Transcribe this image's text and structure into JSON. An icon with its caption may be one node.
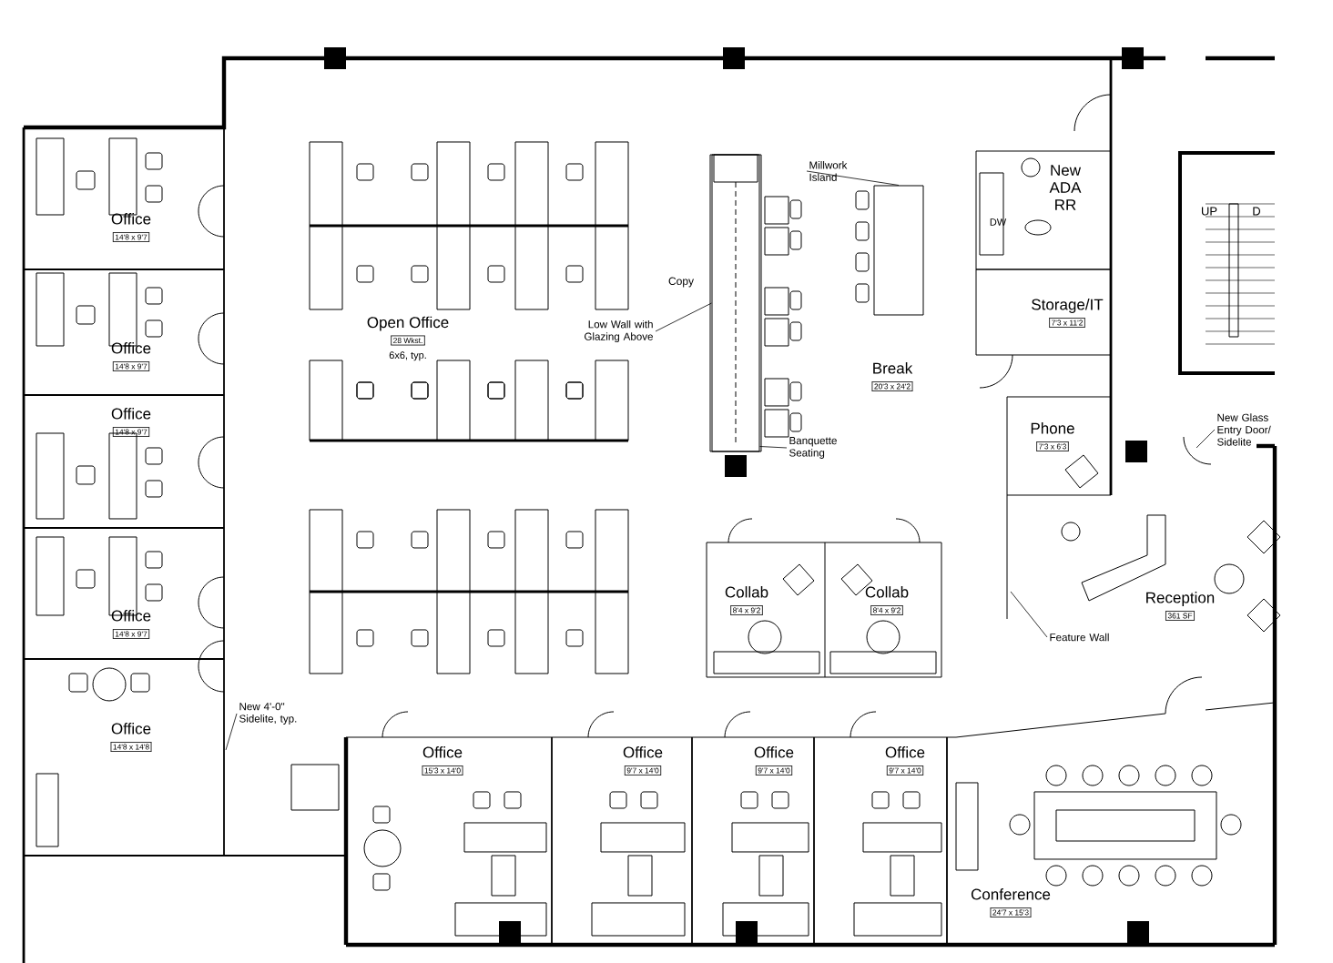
{
  "diagram": {
    "nodes": [
      {
        "text": [
          "Office",
          "14'8 x 9'7"
        ]
      },
      {
        "text": [
          "Office",
          "14'8 x 9'7"
        ]
      },
      {
        "text": [
          "Office",
          "14'8 x 9'7"
        ]
      },
      {
        "text": [
          "Office",
          "14'8 x 9'7"
        ]
      },
      {
        "text": [
          "Office",
          "14'8 x 14'8"
        ]
      },
      {
        "text": [
          "Open Office",
          "28 Wkst.",
          "6x6, typ."
        ]
      },
      {
        "text": [
          "Break",
          "20'3 x 24'2"
        ]
      },
      {
        "text": [
          "New ADA RR"
        ]
      },
      {
        "text": [
          "Storage/IT",
          "7'3 x 11'2"
        ]
      },
      {
        "text": [
          "Phone",
          "7'3 x 6'3"
        ]
      },
      {
        "text": [
          "Collab",
          "8'4 x 9'2"
        ]
      },
      {
        "text": [
          "Collab",
          "8'4 x 9'2"
        ]
      },
      {
        "text": [
          "Reception",
          "361 SF"
        ]
      },
      {
        "text": [
          "Office",
          "15'3 x 14'0"
        ]
      },
      {
        "text": [
          "Office",
          "9'7 x 14'0"
        ]
      },
      {
        "text": [
          "Office",
          "9'7 x 14'0"
        ]
      },
      {
        "text": [
          "Office",
          "9'7 x 14'0"
        ]
      },
      {
        "text": [
          "Conference",
          "24'7 x 15'3"
        ]
      },
      {
        "text": [
          "Low Wall with Glazing Above"
        ]
      },
      {
        "text": [
          "Millwork Island"
        ]
      },
      {
        "text": [
          "Banquette Seating"
        ]
      },
      {
        "text": [
          "Feature Wall"
        ]
      },
      {
        "text": [
          "New Glass Entry Door/ Sidelite"
        ]
      },
      {
        "text": [
          "New 4'-0\" Sidelite, typ."
        ]
      },
      {
        "text": [],
        "shape": "box"
      },
      {
        "text": [],
        "shape": "box"
      }
    ],
    "edges": [
      {
        "from": 18,
        "to": 24,
        "arrow": "none"
      },
      {
        "from": 19,
        "to": 25,
        "arrow": "none"
      },
      {
        "from": 20,
        "to": 24,
        "arrow": "none"
      },
      {
        "from": 21,
        "to": null,
        "arrow": "none"
      },
      {
        "from": 22,
        "to": null,
        "arrow": "none"
      },
      {
        "from": 23,
        "to": null,
        "arrow": "none"
      }
    ],
    "labels": [
      "Copy",
      "DW",
      "UP",
      "D"
    ]
  }
}
